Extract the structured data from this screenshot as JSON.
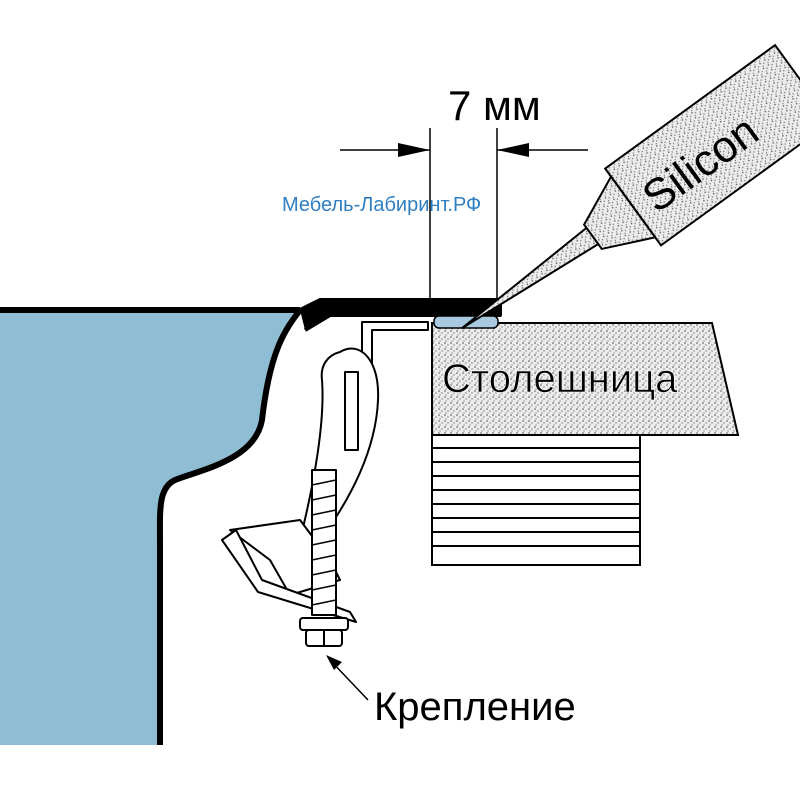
{
  "diagram": {
    "dimension_label": "7 мм",
    "tube_label": "Silicon",
    "watermark": "Мебель-Лабиринт.РФ",
    "countertop_label": "Столешница",
    "fastener_label": "Крепление"
  },
  "colors": {
    "sink_fill": "#8fbdd3",
    "sealant": "#a9c9e0",
    "watermark": "#2f7fc1",
    "outline": "#000000",
    "countertop_fill": "#e6e6e6"
  }
}
